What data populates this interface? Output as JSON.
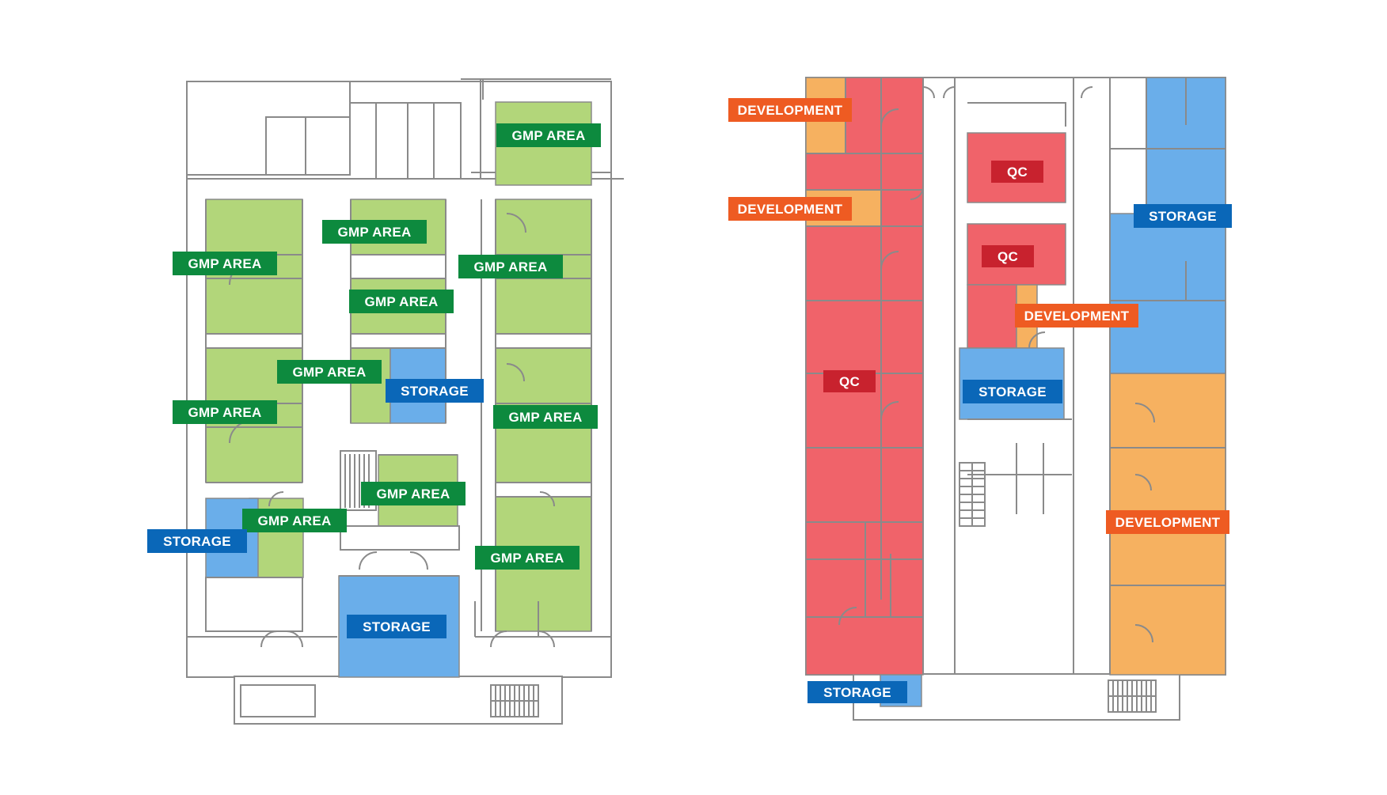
{
  "colors": {
    "gmp_fill": "#b2d67a",
    "storage_fill": "#6aaeea",
    "qc_fill": "#f0636a",
    "development_fill": "#f6b160",
    "gmp_label": "#0d8a3e",
    "storage_label": "#0a67b8",
    "qc_label": "#c8222e",
    "development_label": "#ee5b22",
    "wall": "#8a8a8a"
  },
  "labels": {
    "gmp": "GMP AREA",
    "storage": "STORAGE",
    "qc": "QC",
    "development": "DEVELOPMENT"
  },
  "left_plan": {
    "legend": [
      "GMP AREA",
      "STORAGE"
    ]
  },
  "right_plan": {
    "legend": [
      "DEVELOPMENT",
      "QC",
      "STORAGE"
    ]
  }
}
